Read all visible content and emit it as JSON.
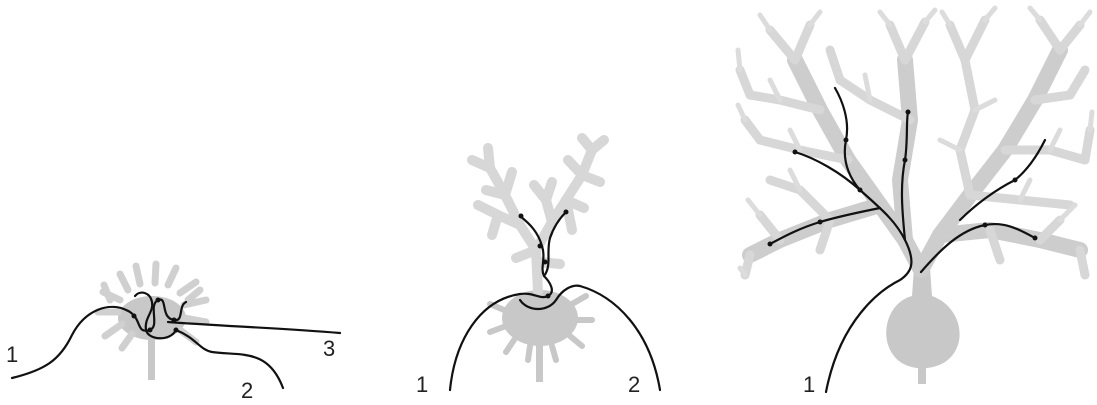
{
  "figure": {
    "stages": [
      {
        "id": "early",
        "labels": [
          "1",
          "2",
          "3"
        ]
      },
      {
        "id": "middle",
        "labels": [
          "1",
          "2"
        ]
      },
      {
        "id": "mature",
        "labels": [
          "1"
        ]
      }
    ]
  },
  "colors": {
    "dendrite_light": "#d7d7d7",
    "dendrite_mid": "#c3c3c3",
    "soma": "#c8c8c8",
    "axon_fiber": "#111111",
    "label_text": "#222222",
    "background": "#ffffff"
  }
}
